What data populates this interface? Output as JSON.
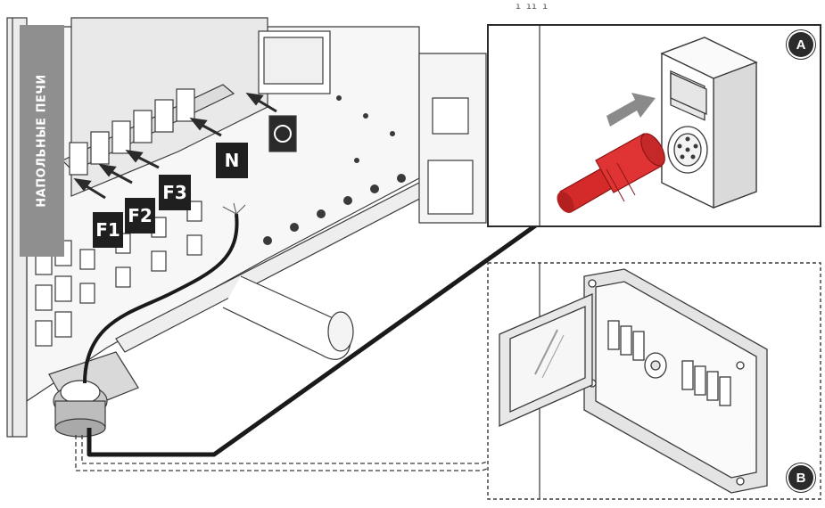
{
  "panel_label": "НАПОЛЬНЫЕ ПЕЧИ",
  "terminals": {
    "f1": "F1",
    "f2": "F2",
    "f3": "F3",
    "n": "N"
  },
  "callouts": {
    "a": "A",
    "b": "B"
  },
  "top_mark": "ı ıı ı",
  "colors": {
    "plug": "#d42a2a",
    "plug_dark": "#8c1414",
    "cable": "#1a1a1a",
    "line": "#3a3a3a",
    "panel_gray": "#8f8f8f"
  }
}
